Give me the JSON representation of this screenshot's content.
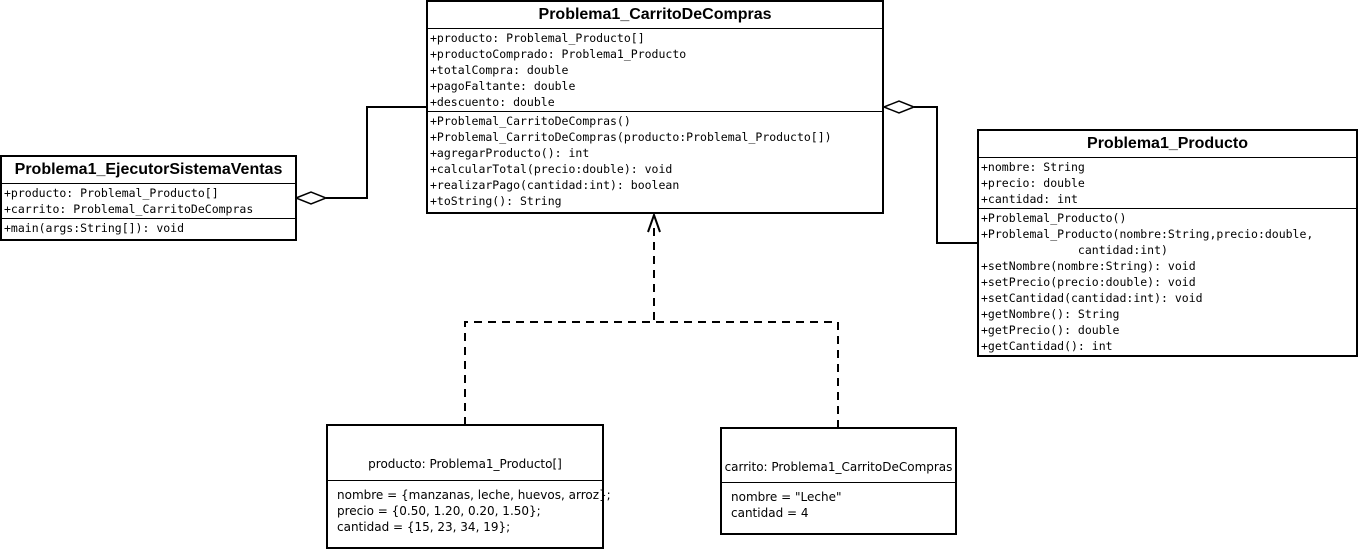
{
  "classes": {
    "carrito": {
      "title": "Problema1_CarritoDeCompras",
      "attributes": [
        "+producto: Problemal_Producto[]",
        "+productoComprado: Problema1_Producto",
        "+totalCompra: double",
        "+pagoFaltante: double",
        "+descuento: double"
      ],
      "methods": [
        "+Problemal_CarritoDeCompras()",
        "+Problemal_CarritoDeCompras(producto:Problemal_Producto[])",
        "+agregarProducto(): int",
        "+calcularTotal(precio:double): void",
        "+realizarPago(cantidad:int): boolean",
        "+toString(): String"
      ]
    },
    "ejecutor": {
      "title": "Problema1_EjecutorSistemaVentas",
      "attributes": [
        "+producto: Problemal_Producto[]",
        "+carrito: Problemal_CarritoDeCompras"
      ],
      "methods": [
        "+main(args:String[]): void"
      ]
    },
    "producto": {
      "title": "Problema1_Producto",
      "attributes": [
        "+nombre: String",
        "+precio: double",
        "+cantidad: int"
      ],
      "methods": [
        "+Problemal_Producto()",
        "+Problemal_Producto(nombre:String,precio:double,",
        "              cantidad:int)",
        "+setNombre(nombre:String): void",
        "+setPrecio(precio:double): void",
        "+setCantidad(cantidad:int): void",
        "+getNombre(): String",
        "+getPrecio(): double",
        "+getCantidad(): int"
      ]
    }
  },
  "objects": {
    "producto_obj": {
      "title": "producto: Problema1_Producto[]",
      "attributes": [
        "nombre = {manzanas, leche, huevos, arroz};",
        "precio = {0.50, 1.20, 0.20, 1.50};",
        "cantidad = {15, 23, 34, 19};"
      ]
    },
    "carrito_obj": {
      "title": "carrito: Problema1_CarritoDeCompras",
      "attributes": [
        "nombre = \"Leche\"",
        "cantidad = 4"
      ]
    }
  },
  "connectors": [
    {
      "from": "ejecutor",
      "to": "carrito",
      "type": "aggregation"
    },
    {
      "from": "carrito",
      "to": "producto",
      "type": "aggregation"
    },
    {
      "from": "producto_obj",
      "to": "carrito",
      "type": "dependency"
    },
    {
      "from": "carrito_obj",
      "to": "carrito",
      "type": "dependency"
    }
  ]
}
